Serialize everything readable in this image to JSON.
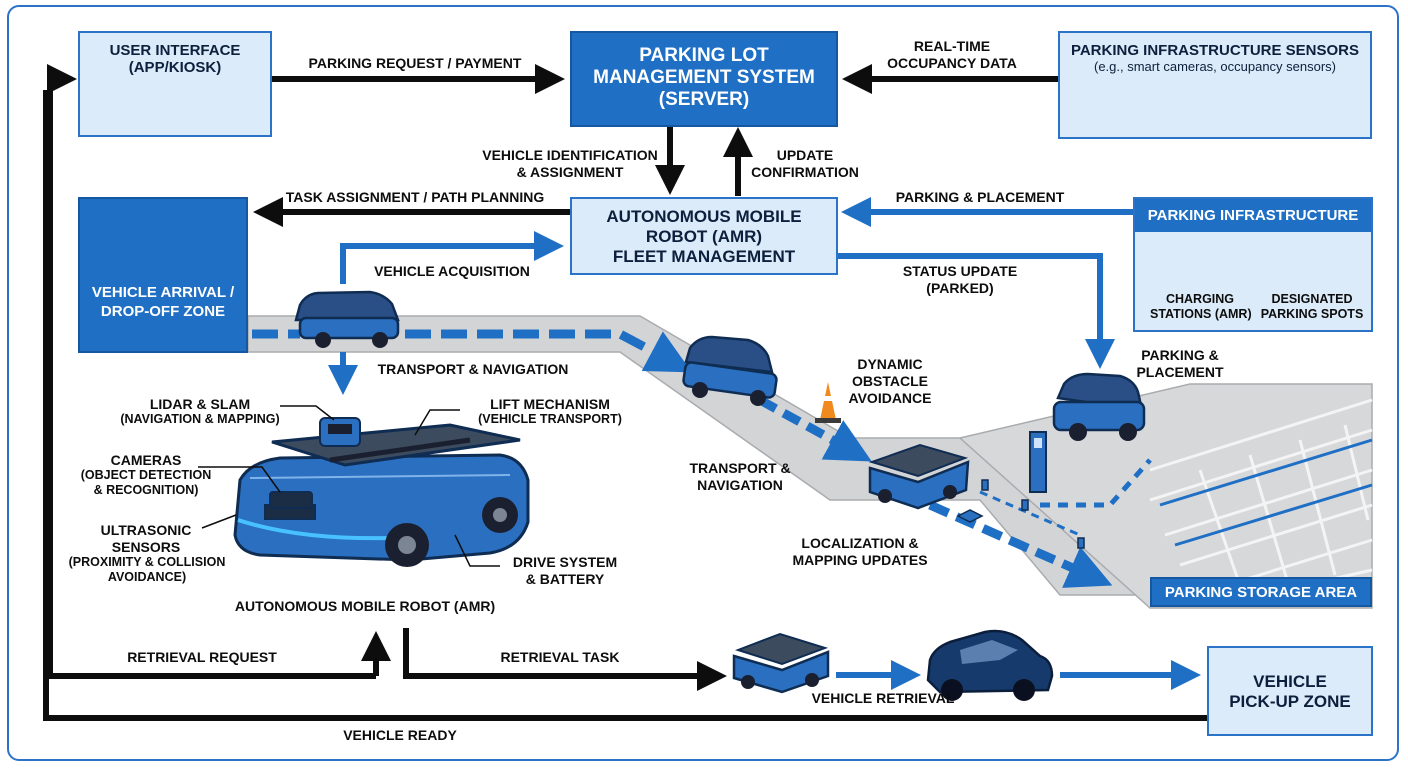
{
  "nodes": {
    "user_interface": {
      "title": "USER INTERFACE",
      "subtitle": "(APP/KIOSK)"
    },
    "server": {
      "line1": "PARKING LOT",
      "line2": "MANAGEMENT SYSTEM",
      "line3": "(SERVER)"
    },
    "sensors": {
      "title": "PARKING INFRASTRUCTURE SENSORS",
      "subtitle": "(e.g., smart cameras, occupancy sensors)"
    },
    "arrival_zone": {
      "line1": "VEHICLE ARRIVAL /",
      "line2": "DROP-OFF ZONE"
    },
    "fleet": {
      "line1": "AUTONOMOUS MOBILE",
      "line2": "ROBOT (AMR)",
      "line3": "FLEET MANAGEMENT"
    },
    "infrastructure": {
      "title": "PARKING INFRASTRUCTURE",
      "charging": [
        "CHARGING",
        "STATIONS (AMR)"
      ],
      "spots": [
        "DESIGNATED",
        "PARKING SPOTS"
      ]
    },
    "storage": {
      "title": "PARKING STORAGE AREA"
    },
    "pickup": {
      "line1": "VEHICLE",
      "line2": "PICK-UP ZONE"
    }
  },
  "flows": {
    "parking_request": "PARKING REQUEST / PAYMENT",
    "realtime": [
      "REAL-TIME",
      "OCCUPANCY DATA"
    ],
    "vehicle_id": [
      "VEHICLE IDENTIFICATION",
      "& ASSIGNMENT"
    ],
    "update_confirmation": [
      "UPDATE",
      "CONFIRMATION"
    ],
    "task_assignment": "TASK ASSIGNMENT / PATH PLANNING",
    "parking_placement_top": "PARKING & PLACEMENT",
    "vehicle_acquisition": "VEHICLE ACQUISITION",
    "status_update": [
      "STATUS UPDATE",
      "(PARKED)"
    ],
    "transport_navigation_1": "TRANSPORT & NAVIGATION",
    "dynamic_obstacle": [
      "DYNAMIC",
      "OBSTACLE",
      "AVOIDANCE"
    ],
    "parking_placement_lot": [
      "PARKING &",
      "PLACEMENT"
    ],
    "transport_navigation_2": [
      "TRANSPORT &",
      "NAVIGATION"
    ],
    "localization": [
      "LOCALIZATION &",
      "MAPPING UPDATES"
    ],
    "retrieval_request": "RETRIEVAL REQUEST",
    "retrieval_task": "RETRIEVAL TASK",
    "vehicle_retrieval": "VEHICLE RETRIEVAL",
    "vehicle_ready": "VEHICLE READY"
  },
  "amr": {
    "title": "AUTONOMOUS MOBILE ROBOT (AMR)",
    "lidar": [
      "LIDAR & SLAM",
      "(NAVIGATION & MAPPING)"
    ],
    "lift": [
      "LIFT MECHANISM",
      "(VEHICLE TRANSPORT)"
    ],
    "cameras": [
      "CAMERAS",
      "(OBJECT DETECTION",
      "& RECOGNITION)"
    ],
    "ultrasonic": [
      "ULTRASONIC",
      "SENSORS",
      "(PROXIMITY & COLLISION",
      "AVOIDANCE)"
    ],
    "drive": [
      "DRIVE SYSTEM",
      "& BATTERY"
    ]
  },
  "colors": {
    "accent": "#1f6fc5",
    "light": "#dcebf9",
    "arrow_dark": "#0d0d0d",
    "arrow_blue": "#1f6fc5",
    "robot": "#2a6fc0",
    "lot": "#d9dadc"
  }
}
